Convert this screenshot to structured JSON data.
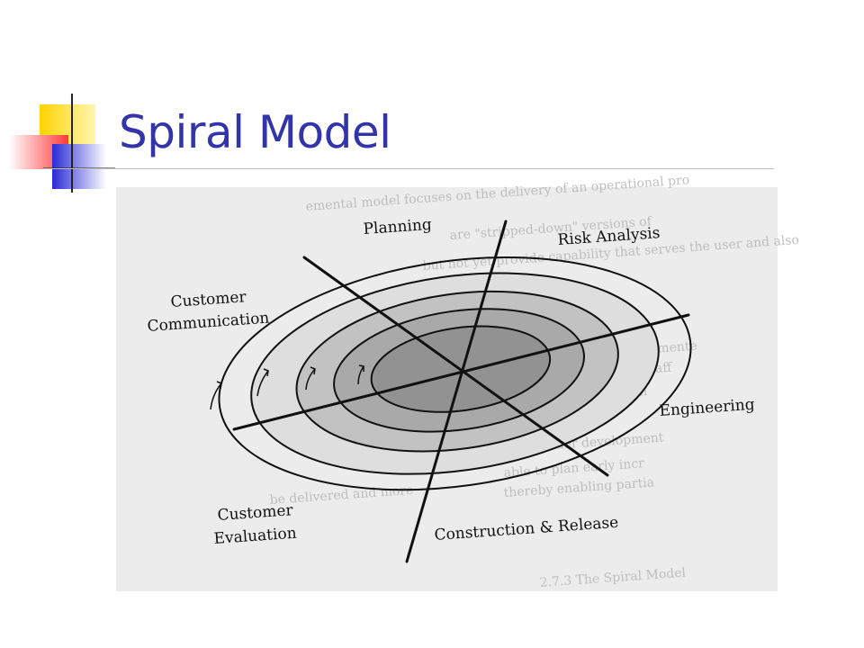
{
  "slide": {
    "title": "Spiral Model"
  },
  "diagram": {
    "labels": {
      "planning": "Planning",
      "risk_analysis": "Risk Analysis",
      "customer_communication_line1": "Customer",
      "customer_communication_line2": "Communication",
      "engineering": "Engineering",
      "customer_evaluation_line1": "Customer",
      "customer_evaluation_line2": "Evaluation",
      "construction_release": "Construction & Release"
    },
    "colors": {
      "ring_light": "#dedede",
      "ring_mid": "#c2c2c2",
      "ring_dark": "#a9a9a9",
      "ring_core": "#929292",
      "paper": "#ececec",
      "title": "#3333aa"
    }
  }
}
